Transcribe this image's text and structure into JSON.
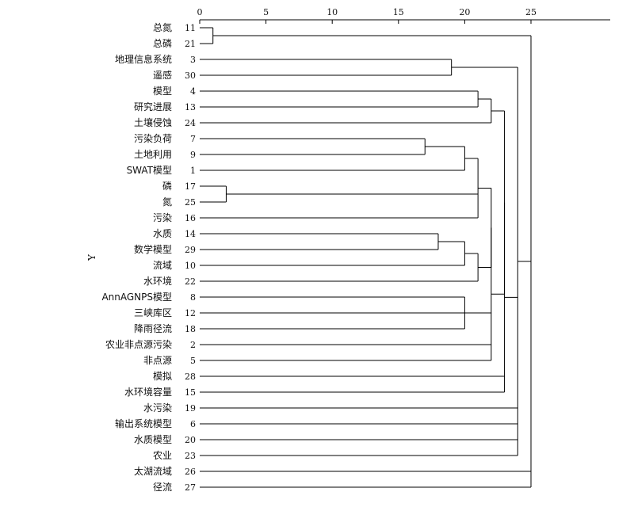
{
  "chart_data": {
    "type": "dendrogram",
    "ylabel": "Y",
    "xlim": [
      0,
      25
    ],
    "xticks": [
      0,
      5,
      10,
      15,
      20,
      25
    ],
    "leaves": [
      {
        "label": "总氮",
        "id": "11"
      },
      {
        "label": "总磷",
        "id": "21"
      },
      {
        "label": "地理信息系统",
        "id": "3"
      },
      {
        "label": "遥感",
        "id": "30"
      },
      {
        "label": "模型",
        "id": "4"
      },
      {
        "label": "研究进展",
        "id": "13"
      },
      {
        "label": "土壤侵蚀",
        "id": "24"
      },
      {
        "label": "污染负荷",
        "id": "7"
      },
      {
        "label": "土地利用",
        "id": "9"
      },
      {
        "label": "SWAT模型",
        "id": "1"
      },
      {
        "label": "磷",
        "id": "17"
      },
      {
        "label": "氮",
        "id": "25"
      },
      {
        "label": "污染",
        "id": "16"
      },
      {
        "label": "水质",
        "id": "14"
      },
      {
        "label": "数学模型",
        "id": "29"
      },
      {
        "label": "流域",
        "id": "10"
      },
      {
        "label": "水环境",
        "id": "22"
      },
      {
        "label": "AnnAGNPS模型",
        "id": "8"
      },
      {
        "label": "三峡库区",
        "id": "12"
      },
      {
        "label": "降雨径流",
        "id": "18"
      },
      {
        "label": "农业非点源污染",
        "id": "2"
      },
      {
        "label": "非点源",
        "id": "5"
      },
      {
        "label": "模拟",
        "id": "28"
      },
      {
        "label": "水环境容量",
        "id": "15"
      },
      {
        "label": "水污染",
        "id": "19"
      },
      {
        "label": "输出系统模型",
        "id": "6"
      },
      {
        "label": "水质模型",
        "id": "20"
      },
      {
        "label": "农业",
        "id": "23"
      },
      {
        "label": "太湖流域",
        "id": "26"
      },
      {
        "label": "径流",
        "id": "27"
      }
    ],
    "merges": [
      {
        "children": [
          0,
          1
        ],
        "distance": 1
      },
      {
        "children": [
          10,
          11
        ],
        "distance": 2
      },
      {
        "children": [
          7,
          8
        ],
        "distance": 17
      },
      {
        "children": [
          13,
          14
        ],
        "distance": 18
      },
      {
        "children": [
          2,
          3
        ],
        "distance": 19
      },
      {
        "children": [
          32,
          9
        ],
        "distance": 20
      },
      {
        "children": [
          33,
          15
        ],
        "distance": 20
      },
      {
        "children": [
          17,
          18,
          19
        ],
        "distance": 20
      },
      {
        "children": [
          4,
          5
        ],
        "distance": 21
      },
      {
        "children": [
          35,
          31,
          12
        ],
        "distance": 21
      },
      {
        "children": [
          36,
          16
        ],
        "distance": 21
      },
      {
        "children": [
          38,
          6
        ],
        "distance": 22
      },
      {
        "children": [
          39,
          40
        ],
        "distance": 22
      },
      {
        "children": [
          42,
          37,
          20,
          21
        ],
        "distance": 22
      },
      {
        "children": [
          41,
          43
        ],
        "distance": 23
      },
      {
        "children": [
          44,
          22,
          23
        ],
        "distance": 23
      },
      {
        "children": [
          34,
          45,
          24,
          25,
          26,
          27
        ],
        "distance": 24
      },
      {
        "children": [
          30,
          46,
          28,
          29
        ],
        "distance": 25
      }
    ]
  }
}
